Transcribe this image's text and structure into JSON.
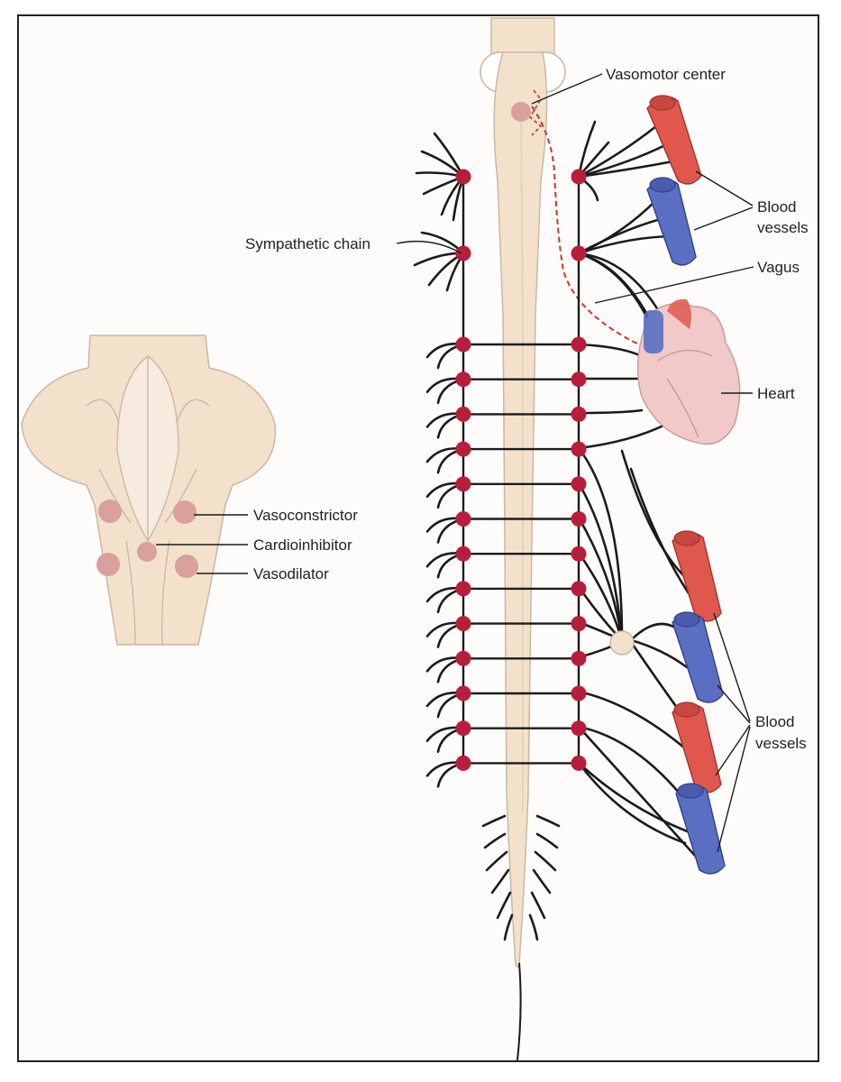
{
  "labels": {
    "vasomotor_center": "Vasomotor center",
    "sympathetic_chain": "Sympathetic chain",
    "blood_vessels_upper_line1": "Blood",
    "blood_vessels_upper_line2": "vessels",
    "vagus": "Vagus",
    "heart": "Heart",
    "vasoconstrictor": "Vasoconstrictor",
    "cardioinhibitor": "Cardioinhibitor",
    "vasodilator": "Vasodilator",
    "blood_vessels_lower_line1": "Blood",
    "blood_vessels_lower_line2": "vessels"
  },
  "colors": {
    "tissue": "#f3e1cc",
    "ganglion": "#b81e3c",
    "artery": "#e0574d",
    "vein": "#5a6fc2",
    "vagus": "#c0392b",
    "nerve": "#1b1b1b",
    "center": "#d9a09c"
  },
  "structure": {
    "cord_ganglia_per_side": 15,
    "upper_vessels": [
      "artery",
      "vein"
    ],
    "lower_vessels": [
      "artery",
      "vein",
      "artery",
      "vein"
    ]
  }
}
